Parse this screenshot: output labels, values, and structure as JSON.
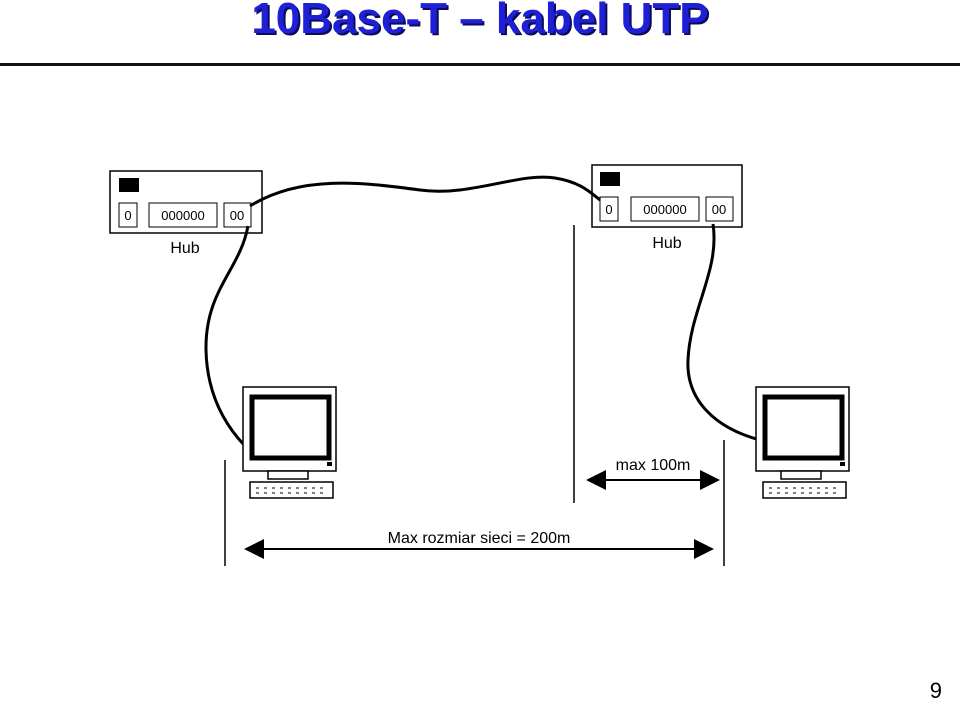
{
  "slide": {
    "title": "10Base-T – kabel UTP",
    "page_number": "9"
  },
  "diagram": {
    "hubs": [
      {
        "label": "Hub",
        "port_single": "0",
        "port_group": "000000",
        "port_pair": "00"
      },
      {
        "label": "Hub",
        "port_single": "0",
        "port_group": "000000",
        "port_pair": "00"
      }
    ],
    "measurements": {
      "segment": "max 100m",
      "network": "Max rozmiar sieci = 200m"
    }
  },
  "colors": {
    "title": "#1f1fd6",
    "lines": "#000000"
  }
}
